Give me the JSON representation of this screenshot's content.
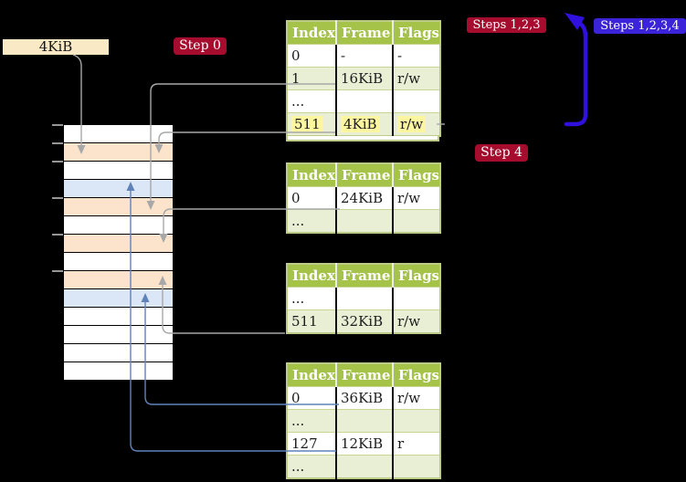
{
  "colors": {
    "background": "#000000",
    "badge_red": "#a60c2e",
    "badge_blue": "#3b23d9",
    "table_header_green": "#a5c249",
    "table_row_green": "#e9efd5",
    "table_border": "#bccb86",
    "table_row_separator": "#c9d693",
    "table_col_separator": "#111111",
    "highlight_yellow": "#fdf6a0",
    "label_box_cream": "#f9e9c5",
    "strip_peach": "#fce4cc",
    "strip_blue": "#dbe7f7",
    "strip_white": "#ffffff",
    "arrow_gray": "#a8a8a8",
    "arrow_steel_blue": "#5f83b9",
    "arrow_violet": "#2f10dc",
    "tick_gray": "#969696"
  },
  "page_size_label": "4KiB",
  "badges": {
    "step0": "Step 0",
    "steps123": "Steps 1,2,3",
    "steps1234": "Steps 1,2,3,4",
    "step4": "Step 4"
  },
  "memory_strip": {
    "row_colors": [
      "#ffffff",
      "#fce4cc",
      "#ffffff",
      "#dbe7f7",
      "#fce4cc",
      "#ffffff",
      "#fce4cc",
      "#ffffff",
      "#fce4cc",
      "#dbe7f7",
      "#ffffff",
      "#ffffff",
      "#ffffff",
      "#ffffff"
    ]
  },
  "tables": [
    {
      "headers": [
        "Index",
        "Frame",
        "Flags"
      ],
      "rows": [
        {
          "cells": [
            "0",
            "-",
            "-"
          ]
        },
        {
          "cells": [
            "1",
            "16KiB",
            "r/w"
          ]
        },
        {
          "cells": [
            "...",
            "",
            ""
          ]
        },
        {
          "cells": [
            "511",
            "4KiB",
            "r/w"
          ],
          "highlighted": true
        }
      ]
    },
    {
      "headers": [
        "Index",
        "Frame",
        "Flags"
      ],
      "rows": [
        {
          "cells": [
            "0",
            "24KiB",
            "r/w"
          ]
        },
        {
          "cells": [
            "...",
            "",
            ""
          ]
        }
      ]
    },
    {
      "headers": [
        "Index",
        "Frame",
        "Flags"
      ],
      "rows": [
        {
          "cells": [
            "...",
            "",
            ""
          ]
        },
        {
          "cells": [
            "511",
            "32KiB",
            "r/w"
          ]
        }
      ]
    },
    {
      "headers": [
        "Index",
        "Frame",
        "Flags"
      ],
      "rows": [
        {
          "cells": [
            "0",
            "36KiB",
            "r/w"
          ]
        },
        {
          "cells": [
            "...",
            "",
            ""
          ]
        },
        {
          "cells": [
            "127",
            "12KiB",
            "r"
          ]
        },
        {
          "cells": [
            "...",
            "",
            ""
          ]
        }
      ]
    }
  ]
}
